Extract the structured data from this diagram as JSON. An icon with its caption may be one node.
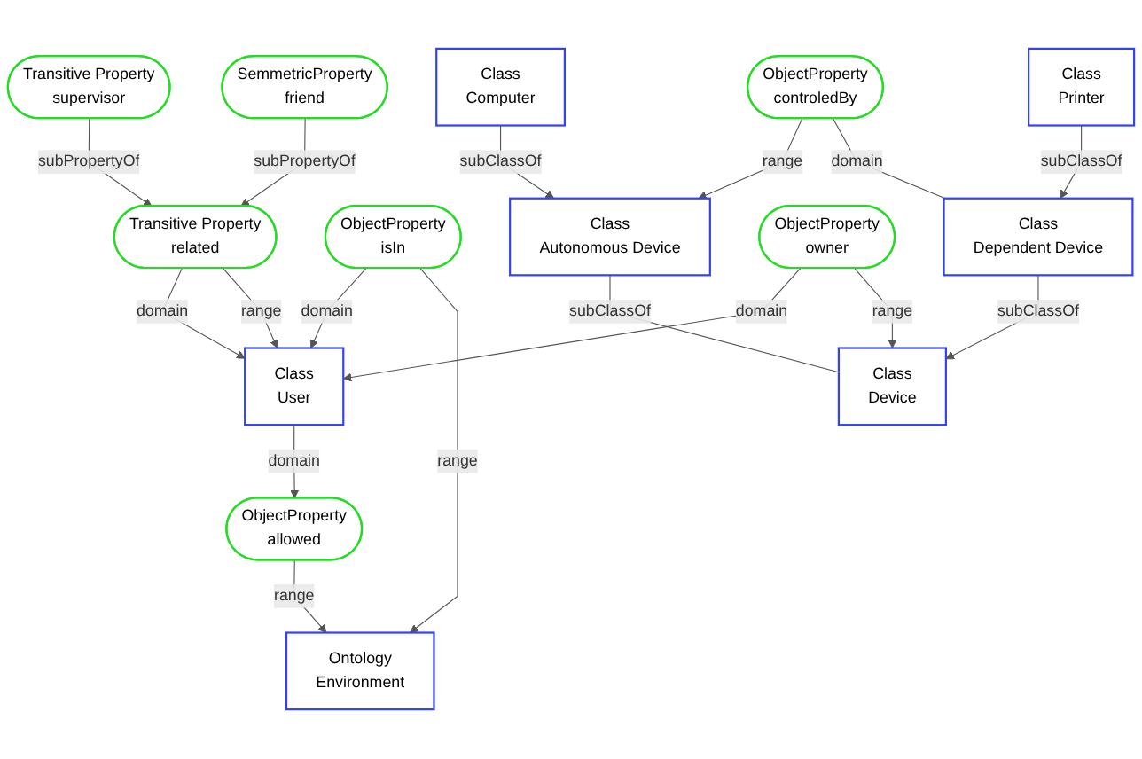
{
  "diagram": {
    "nodes": [
      {
        "text": [
          "Transitive Property",
          "supervisor"
        ]
      },
      {
        "text": [
          "SemmetricProperty",
          "friend"
        ]
      },
      {
        "text": [
          "ObjectProperty",
          "allowed"
        ]
      },
      {
        "text": [
          "Ontology",
          "Environment"
        ]
      },
      {
        "text": [
          "Transitive Property",
          "related"
        ]
      },
      {
        "text": [
          "Class",
          "User"
        ]
      },
      {
        "text": [
          "ObjectProperty",
          "isIn"
        ]
      },
      {
        "text": [
          "Class",
          "Autonomous Device"
        ]
      },
      {
        "text": [
          "Class",
          "Device"
        ]
      },
      {
        "text": [
          "ObjectProperty",
          "owner"
        ]
      },
      {
        "text": [
          "Class",
          "Printer"
        ]
      },
      {
        "text": [
          "Class",
          "Computer"
        ]
      },
      {
        "text": [
          "ObjectProperty",
          "controledBy"
        ]
      },
      {
        "text": [
          "Class",
          "Dependent Device"
        ]
      }
    ],
    "edges": [
      {
        "from": 0,
        "to": 4,
        "arrow": "to",
        "label": "subPropertyOf"
      },
      {
        "from": 1,
        "to": 4,
        "arrow": "to",
        "label": "subPropertyOf"
      },
      {
        "from": 4,
        "to": 5,
        "arrow": "to",
        "label": "domain"
      },
      {
        "from": 4,
        "to": 5,
        "arrow": "to",
        "label": "range"
      },
      {
        "from": 5,
        "to": 2,
        "arrow": "to",
        "label": "domain"
      },
      {
        "from": 2,
        "to": 3,
        "arrow": "to",
        "label": "range"
      },
      {
        "from": 6,
        "to": 5,
        "arrow": "to",
        "label": "domain"
      },
      {
        "from": 6,
        "to": 3,
        "arrow": "to",
        "label": "range"
      },
      {
        "from": 9,
        "to": 5,
        "arrow": "to",
        "label": "domain"
      },
      {
        "from": 9,
        "to": 8,
        "arrow": "to",
        "label": "range"
      },
      {
        "from": 7,
        "to": 8,
        "arrow": "none",
        "label": "subClassOf"
      },
      {
        "from": 11,
        "to": 7,
        "arrow": "to",
        "label": "subClassOf"
      },
      {
        "from": 12,
        "to": 7,
        "arrow": "to",
        "label": "range"
      },
      {
        "from": 12,
        "to": 13,
        "arrow": "none",
        "label": "domain"
      },
      {
        "from": 13,
        "to": 8,
        "arrow": "to",
        "label": "subClassOf"
      },
      {
        "from": 10,
        "to": 13,
        "arrow": "to",
        "label": "subClassOf"
      }
    ]
  }
}
